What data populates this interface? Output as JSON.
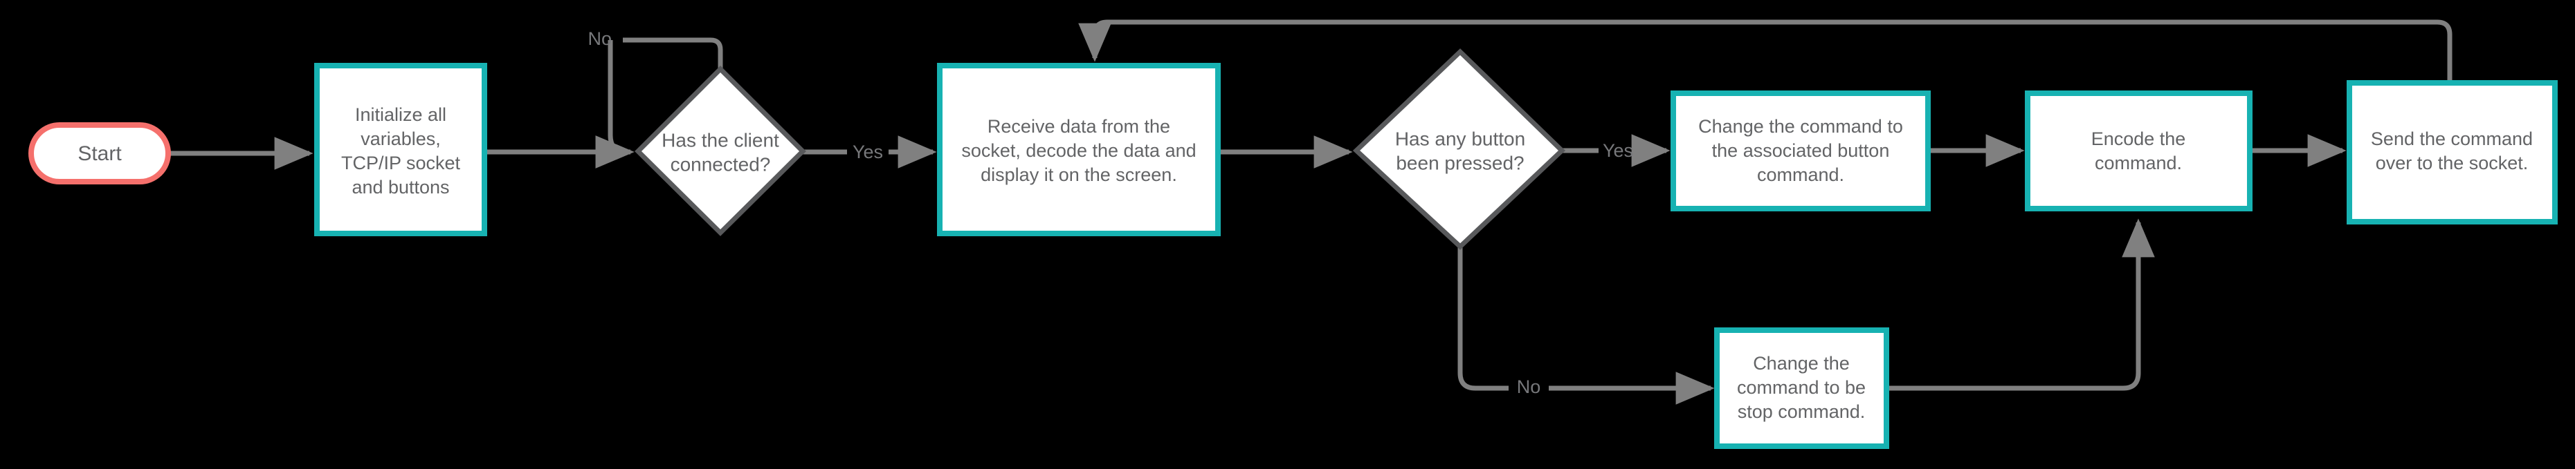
{
  "diagram": {
    "title": "TCP/IP socket client command flowchart",
    "background_color": "#000000",
    "colors": {
      "process_border": "#17b2b2",
      "process_fill": "#ffffff",
      "decision_border": "#58595b",
      "terminal_border": "#f5706c",
      "connector": "#808080",
      "text": "#636466"
    },
    "nodes": {
      "start": {
        "type": "terminal",
        "label": "Start"
      },
      "init": {
        "type": "process",
        "lines": [
          "Initialize all",
          "variables,",
          "TCP/IP socket",
          "and buttons"
        ]
      },
      "client_connected": {
        "type": "decision",
        "lines": [
          "Has the client",
          "connected?"
        ]
      },
      "receive": {
        "type": "process",
        "lines": [
          "Receive data from the",
          "socket, decode the data and",
          "display it on the screen."
        ]
      },
      "button_pressed": {
        "type": "decision",
        "lines": [
          "Has any button",
          "been pressed?"
        ]
      },
      "change_assoc": {
        "type": "process",
        "lines": [
          "Change the command to",
          "the associated button",
          "command."
        ]
      },
      "encode": {
        "type": "process",
        "lines": [
          "Encode the",
          "command."
        ]
      },
      "send": {
        "type": "process",
        "lines": [
          "Send the command",
          "over to the socket."
        ]
      },
      "change_stop": {
        "type": "process",
        "lines": [
          "Change the",
          "command to be",
          "stop command."
        ]
      }
    },
    "edge_labels": {
      "client_no": "No",
      "client_yes": "Yes",
      "button_yes": "Yes",
      "button_no": "No"
    }
  }
}
